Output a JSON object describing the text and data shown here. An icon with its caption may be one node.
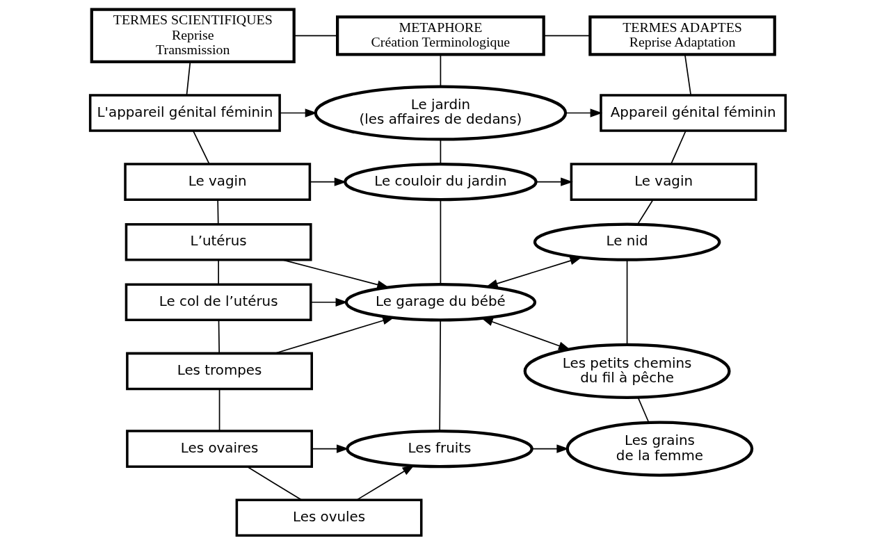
{
  "diagram": {
    "nodes": [
      {
        "text": [
          "TERMES SCIENTIFIQUES Reprise Transmission"
        ]
      },
      {
        "text": [
          "METAPHORE Création Terminologique"
        ]
      },
      {
        "text": [
          "TERMES ADAPTES Reprise Adaptation"
        ]
      },
      {
        "text": [
          "L'appareil génital féminin"
        ]
      },
      {
        "text": [
          "Le jardin",
          "(les affaires de dedans)"
        ]
      },
      {
        "text": [
          "Appareil génital féminin"
        ]
      },
      {
        "text": [
          "Le vagin"
        ]
      },
      {
        "text": [
          "Le couloir du jardin"
        ]
      },
      {
        "text": [
          "Le vagin"
        ]
      },
      {
        "text": [
          "L’utérus"
        ]
      },
      {
        "text": [
          "Le col de l’utérus"
        ]
      },
      {
        "text": [
          "Les trompes"
        ]
      },
      {
        "text": [
          "Le garage du bébé"
        ]
      },
      {
        "text": [
          "Le nid"
        ]
      },
      {
        "text": [
          "Les petits chemins du fil à pêche"
        ]
      },
      {
        "text": [
          "Les ovaires"
        ]
      },
      {
        "text": [
          "Les ovules"
        ]
      },
      {
        "text": [
          "Les fruits"
        ]
      },
      {
        "text": [
          "Les grains de la femme"
        ]
      }
    ],
    "edges": [
      {
        "from": 0,
        "to": 1,
        "arrow": "none"
      },
      {
        "from": 1,
        "to": 2,
        "arrow": "none"
      },
      {
        "from": 0,
        "to": 3,
        "arrow": "none"
      },
      {
        "from": 3,
        "to": 6,
        "arrow": "none"
      },
      {
        "from": 6,
        "to": 9,
        "arrow": "none"
      },
      {
        "from": 9,
        "to": 10,
        "arrow": "none"
      },
      {
        "from": 10,
        "to": 11,
        "arrow": "none"
      },
      {
        "from": 11,
        "to": 15,
        "arrow": "none"
      },
      {
        "from": 15,
        "to": 16,
        "arrow": "none"
      },
      {
        "from": 1,
        "to": 4,
        "arrow": "none"
      },
      {
        "from": 4,
        "to": 7,
        "arrow": "none"
      },
      {
        "from": 7,
        "to": 12,
        "arrow": "none"
      },
      {
        "from": 12,
        "to": 17,
        "arrow": "none"
      },
      {
        "from": 2,
        "to": 5,
        "arrow": "none"
      },
      {
        "from": 5,
        "to": 8,
        "arrow": "none"
      },
      {
        "from": 8,
        "to": 13,
        "arrow": "none"
      },
      {
        "from": 13,
        "to": 14,
        "arrow": "none"
      },
      {
        "from": 14,
        "to": 18,
        "arrow": "none"
      },
      {
        "from": 3,
        "to": 4,
        "arrow": "to"
      },
      {
        "from": 4,
        "to": 5,
        "arrow": "to"
      },
      {
        "from": 6,
        "to": 7,
        "arrow": "to"
      },
      {
        "from": 7,
        "to": 8,
        "arrow": "to"
      },
      {
        "from": 9,
        "to": 12,
        "arrow": "to"
      },
      {
        "from": 10,
        "to": 12,
        "arrow": "to"
      },
      {
        "from": 11,
        "to": 12,
        "arrow": "to"
      },
      {
        "from": 12,
        "to": 13,
        "arrow": "both"
      },
      {
        "from": 12,
        "to": 14,
        "arrow": "both"
      },
      {
        "from": 15,
        "to": 17,
        "arrow": "to"
      },
      {
        "from": 16,
        "to": 17,
        "arrow": "to"
      },
      {
        "from": 17,
        "to": 18,
        "arrow": "to"
      }
    ]
  }
}
